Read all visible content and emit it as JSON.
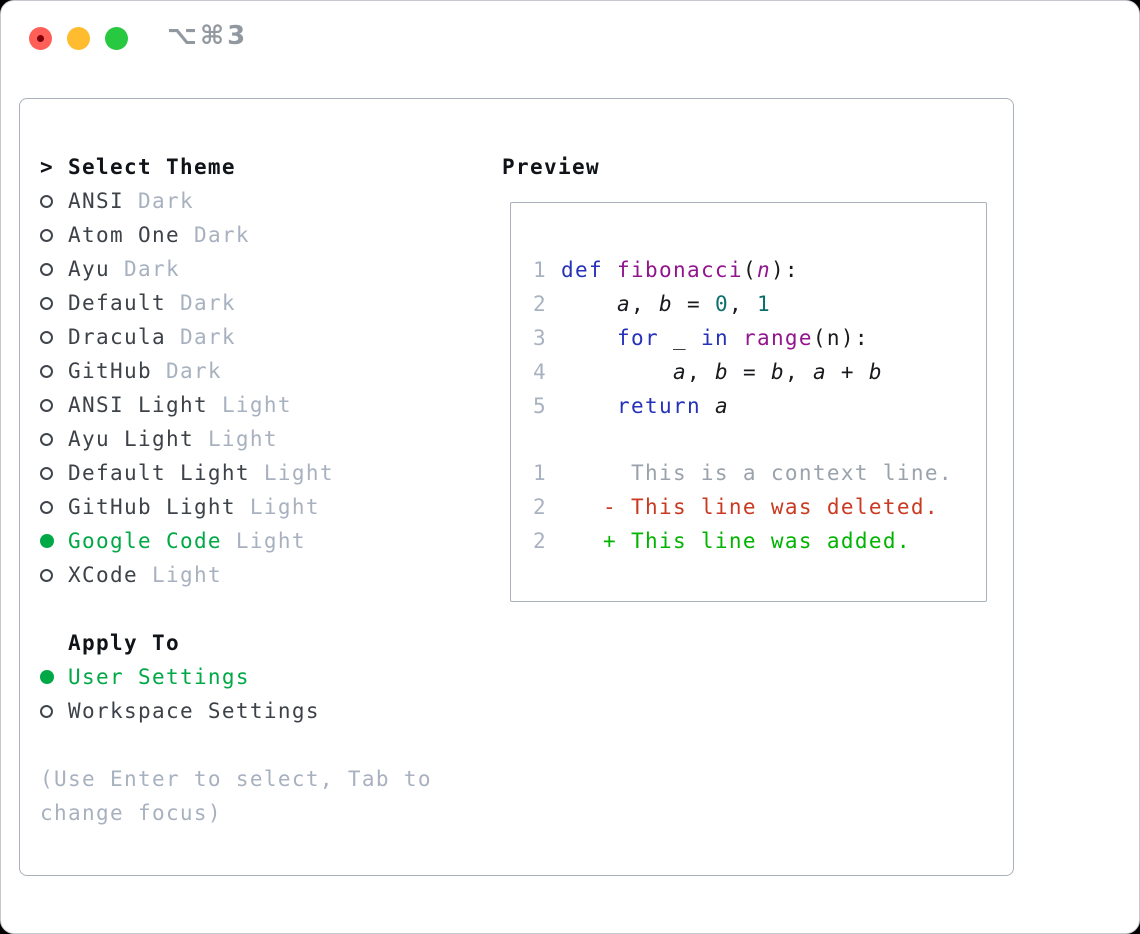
{
  "window": {
    "title": "⌥⌘3",
    "traffic_lights": {
      "close": "close-button-with-edited-dot",
      "minimize": "minimize-button",
      "zoom": "zoom-button"
    }
  },
  "theme_panel": {
    "prompt": ">",
    "title": "Select Theme",
    "items": [
      {
        "name": "ANSI",
        "variant": "Dark",
        "selected": false
      },
      {
        "name": "Atom One",
        "variant": "Dark",
        "selected": false
      },
      {
        "name": "Ayu",
        "variant": "Dark",
        "selected": false
      },
      {
        "name": "Default",
        "variant": "Dark",
        "selected": false
      },
      {
        "name": "Dracula",
        "variant": "Dark",
        "selected": false
      },
      {
        "name": "GitHub",
        "variant": "Dark",
        "selected": false
      },
      {
        "name": "ANSI Light",
        "variant": "Light",
        "selected": false
      },
      {
        "name": "Ayu Light",
        "variant": "Light",
        "selected": false
      },
      {
        "name": "Default Light",
        "variant": "Light",
        "selected": false
      },
      {
        "name": "GitHub Light",
        "variant": "Light",
        "selected": false
      },
      {
        "name": "Google Code",
        "variant": "Light",
        "selected": true
      },
      {
        "name": "XCode",
        "variant": "Light",
        "selected": false
      }
    ],
    "apply_to": {
      "label": "Apply To",
      "items": [
        {
          "name": "User Settings",
          "selected": true
        },
        {
          "name": "Workspace Settings",
          "selected": false
        }
      ]
    },
    "hint_lines": [
      "(Use Enter to select, Tab to",
      "change focus)"
    ]
  },
  "preview": {
    "label": "Preview",
    "code_lines": [
      {
        "num": "1",
        "tokens": [
          {
            "t": "def",
            "s": "kw"
          },
          {
            "t": " ",
            "s": "pl"
          },
          {
            "t": "fibonacci",
            "s": "fn"
          },
          {
            "t": "(",
            "s": "pl"
          },
          {
            "t": "n",
            "s": "param"
          },
          {
            "t": "):",
            "s": "pl"
          }
        ]
      },
      {
        "num": "2",
        "tokens": [
          {
            "t": "    ",
            "s": "pl"
          },
          {
            "t": "a",
            "s": "var"
          },
          {
            "t": ", ",
            "s": "pl"
          },
          {
            "t": "b",
            "s": "var"
          },
          {
            "t": " = ",
            "s": "pl"
          },
          {
            "t": "0",
            "s": "lit"
          },
          {
            "t": ", ",
            "s": "pl"
          },
          {
            "t": "1",
            "s": "lit"
          }
        ]
      },
      {
        "num": "3",
        "tokens": [
          {
            "t": "    ",
            "s": "pl"
          },
          {
            "t": "for",
            "s": "kw"
          },
          {
            "t": " _ ",
            "s": "pl"
          },
          {
            "t": "in",
            "s": "kw"
          },
          {
            "t": " ",
            "s": "pl"
          },
          {
            "t": "range",
            "s": "fn"
          },
          {
            "t": "(n):",
            "s": "pl"
          }
        ]
      },
      {
        "num": "4",
        "tokens": [
          {
            "t": "        ",
            "s": "pl"
          },
          {
            "t": "a",
            "s": "var"
          },
          {
            "t": ", ",
            "s": "pl"
          },
          {
            "t": "b",
            "s": "var"
          },
          {
            "t": " = ",
            "s": "pl"
          },
          {
            "t": "b",
            "s": "var"
          },
          {
            "t": ", ",
            "s": "pl"
          },
          {
            "t": "a",
            "s": "var"
          },
          {
            "t": " + ",
            "s": "pl"
          },
          {
            "t": "b",
            "s": "var"
          }
        ]
      },
      {
        "num": "5",
        "tokens": [
          {
            "t": "    ",
            "s": "pl"
          },
          {
            "t": "return",
            "s": "kw"
          },
          {
            "t": " ",
            "s": "pl"
          },
          {
            "t": "a",
            "s": "var"
          }
        ]
      }
    ],
    "diff_lines": [
      {
        "num": "1",
        "style": "context",
        "text": "     This is a context line."
      },
      {
        "num": "2",
        "style": "deleted",
        "text": "   - This line was deleted."
      },
      {
        "num": "2",
        "style": "added",
        "text": "   + This line was added."
      }
    ]
  },
  "colors": {
    "green": "#00a846",
    "added": "#00b400",
    "red": "#c93a21",
    "kw": "#2531b8",
    "fn": "#92148e",
    "lit": "#0b6f6f",
    "code": "#17191c",
    "context": "#9aa2ac",
    "linenum": "#a9b2c0",
    "header": "#101418",
    "item": "#3d4249",
    "muted": "#a8b1bf",
    "border": "#a9b1bb",
    "title": "#9298a0",
    "traffic-red": "#ff5f57",
    "traffic-red-dot": "#7e000a",
    "traffic-yellow": "#febc2e",
    "traffic-green": "#28c840"
  }
}
